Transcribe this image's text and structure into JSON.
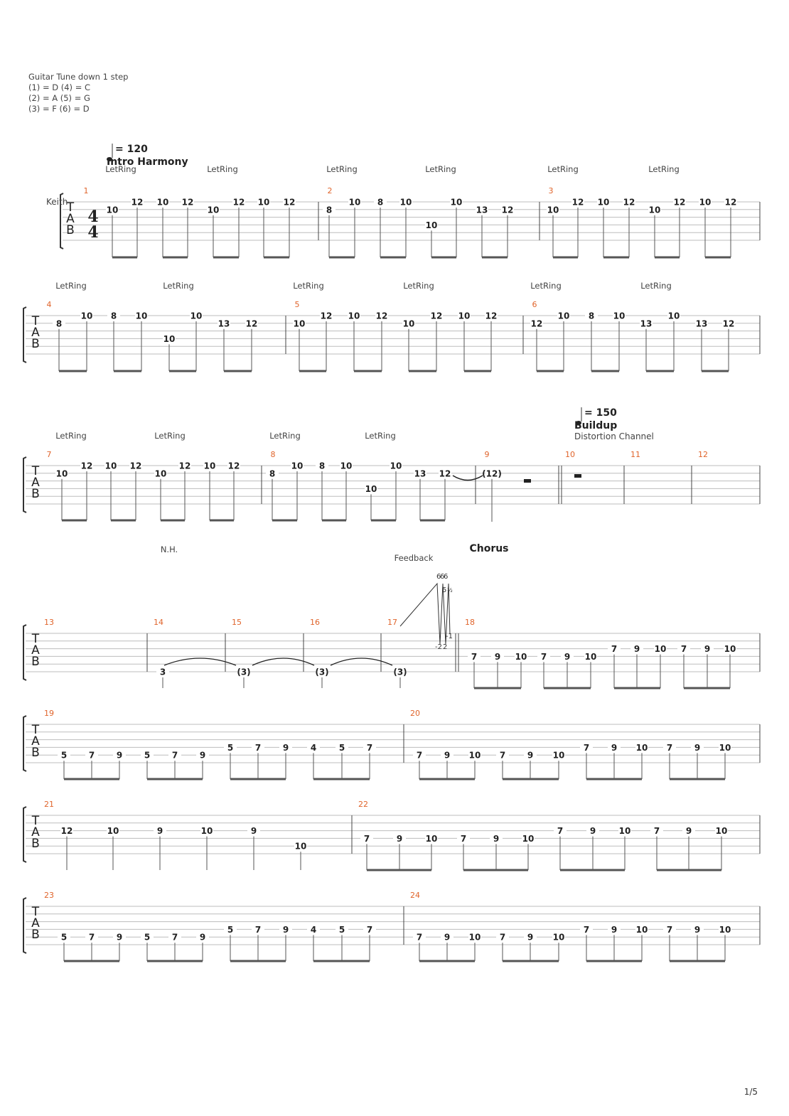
{
  "tuning": {
    "title": "Guitar Tune down 1 step",
    "lines": [
      "(1) = D (4) = C",
      "(2) = A (5) = G",
      "(3) = F (6) = D"
    ]
  },
  "track_name": "Keith",
  "time_signature": "4/4",
  "tempo_marks": [
    {
      "label": "= 120",
      "section": "Intro Harmony"
    },
    {
      "label": "= 150",
      "section": "Buildup",
      "note": "Distortion Channel"
    }
  ],
  "annotations": {
    "let_ring": "LetRing",
    "nh": "N.H.",
    "feedback": "Feedback",
    "chorus": "Chorus",
    "bend_labels": [
      "6",
      "6",
      "6",
      "5",
      "½",
      "-1",
      "-2",
      "2"
    ]
  },
  "page_number": "1/5",
  "colors": {
    "measure_number": "#e0642b",
    "staff_line": "#bdbdbd",
    "note": "#222222"
  },
  "systems": [
    {
      "measures": [
        {
          "number": "1",
          "let_ring": 2,
          "notes": [
            {
              "s": 2,
              "f": "10"
            },
            {
              "s": 1,
              "f": "12"
            },
            {
              "s": 1,
              "f": "10"
            },
            {
              "s": 1,
              "f": "12"
            },
            {
              "s": 2,
              "f": "10"
            },
            {
              "s": 1,
              "f": "12"
            },
            {
              "s": 1,
              "f": "10"
            },
            {
              "s": 1,
              "f": "12"
            }
          ]
        },
        {
          "number": "2",
          "let_ring": 2,
          "notes": [
            {
              "s": 2,
              "f": "8"
            },
            {
              "s": 1,
              "f": "10"
            },
            {
              "s": 1,
              "f": "8"
            },
            {
              "s": 1,
              "f": "10"
            },
            {
              "s": 4,
              "f": "10"
            },
            {
              "s": 1,
              "f": "10"
            },
            {
              "s": 2,
              "f": "13"
            },
            {
              "s": 2,
              "f": "12"
            }
          ]
        },
        {
          "number": "3",
          "let_ring": 2,
          "notes": [
            {
              "s": 2,
              "f": "10"
            },
            {
              "s": 1,
              "f": "12"
            },
            {
              "s": 1,
              "f": "10"
            },
            {
              "s": 1,
              "f": "12"
            },
            {
              "s": 2,
              "f": "10"
            },
            {
              "s": 1,
              "f": "12"
            },
            {
              "s": 1,
              "f": "10"
            },
            {
              "s": 1,
              "f": "12"
            }
          ]
        }
      ]
    },
    {
      "measures": [
        {
          "number": "4",
          "let_ring": 2,
          "notes": [
            {
              "s": 2,
              "f": "8"
            },
            {
              "s": 1,
              "f": "10"
            },
            {
              "s": 1,
              "f": "8"
            },
            {
              "s": 1,
              "f": "10"
            },
            {
              "s": 4,
              "f": "10"
            },
            {
              "s": 1,
              "f": "10"
            },
            {
              "s": 2,
              "f": "13"
            },
            {
              "s": 2,
              "f": "12"
            }
          ]
        },
        {
          "number": "5",
          "let_ring": 2,
          "notes": [
            {
              "s": 2,
              "f": "10"
            },
            {
              "s": 1,
              "f": "12"
            },
            {
              "s": 1,
              "f": "10"
            },
            {
              "s": 1,
              "f": "12"
            },
            {
              "s": 2,
              "f": "10"
            },
            {
              "s": 1,
              "f": "12"
            },
            {
              "s": 1,
              "f": "10"
            },
            {
              "s": 1,
              "f": "12"
            }
          ]
        },
        {
          "number": "6",
          "let_ring": 2,
          "notes": [
            {
              "s": 2,
              "f": "12"
            },
            {
              "s": 1,
              "f": "10"
            },
            {
              "s": 1,
              "f": "8"
            },
            {
              "s": 1,
              "f": "10"
            },
            {
              "s": 2,
              "f": "13"
            },
            {
              "s": 1,
              "f": "10"
            },
            {
              "s": 2,
              "f": "13"
            },
            {
              "s": 2,
              "f": "12"
            }
          ]
        }
      ]
    },
    {
      "measures": [
        {
          "number": "7",
          "let_ring": 2,
          "notes": [
            {
              "s": 2,
              "f": "10"
            },
            {
              "s": 1,
              "f": "12"
            },
            {
              "s": 1,
              "f": "10"
            },
            {
              "s": 1,
              "f": "12"
            },
            {
              "s": 2,
              "f": "10"
            },
            {
              "s": 1,
              "f": "12"
            },
            {
              "s": 1,
              "f": "10"
            },
            {
              "s": 1,
              "f": "12"
            }
          ]
        },
        {
          "number": "8",
          "let_ring": 2,
          "notes": [
            {
              "s": 2,
              "f": "8"
            },
            {
              "s": 1,
              "f": "10"
            },
            {
              "s": 1,
              "f": "8"
            },
            {
              "s": 1,
              "f": "10"
            },
            {
              "s": 4,
              "f": "10"
            },
            {
              "s": 1,
              "f": "10"
            },
            {
              "s": 2,
              "f": "13"
            },
            {
              "s": 2,
              "f": "12"
            }
          ]
        },
        {
          "number": "9",
          "notes": [
            {
              "s": 2,
              "f": "(12)"
            }
          ]
        },
        {
          "number": "10"
        },
        {
          "number": "11"
        },
        {
          "number": "12"
        }
      ]
    },
    {
      "measures": [
        {
          "number": "13"
        },
        {
          "number": "14",
          "notes": [
            {
              "s": 6,
              "f": "3"
            }
          ]
        },
        {
          "number": "15",
          "notes": [
            {
              "s": 6,
              "f": "(3)"
            }
          ]
        },
        {
          "number": "16",
          "notes": [
            {
              "s": 6,
              "f": "(3)"
            }
          ]
        },
        {
          "number": "17",
          "notes": [
            {
              "s": 6,
              "f": "(3)"
            }
          ]
        },
        {
          "number": "18",
          "notes": [
            {
              "s": 4,
              "f": "7"
            },
            {
              "s": 4,
              "f": "9"
            },
            {
              "s": 4,
              "f": "10"
            },
            {
              "s": 4,
              "f": "7"
            },
            {
              "s": 4,
              "f": "9"
            },
            {
              "s": 4,
              "f": "10"
            },
            {
              "s": 3,
              "f": "7"
            },
            {
              "s": 3,
              "f": "9"
            },
            {
              "s": 3,
              "f": "10"
            },
            {
              "s": 3,
              "f": "7"
            },
            {
              "s": 3,
              "f": "9"
            },
            {
              "s": 3,
              "f": "10"
            }
          ]
        }
      ]
    },
    {
      "measures": [
        {
          "number": "19",
          "notes": [
            {
              "s": 5,
              "f": "5"
            },
            {
              "s": 5,
              "f": "7"
            },
            {
              "s": 5,
              "f": "9"
            },
            {
              "s": 5,
              "f": "5"
            },
            {
              "s": 5,
              "f": "7"
            },
            {
              "s": 5,
              "f": "9"
            },
            {
              "s": 4,
              "f": "5"
            },
            {
              "s": 4,
              "f": "7"
            },
            {
              "s": 4,
              "f": "9"
            },
            {
              "s": 4,
              "f": "4"
            },
            {
              "s": 4,
              "f": "5"
            },
            {
              "s": 4,
              "f": "7"
            }
          ]
        },
        {
          "number": "20",
          "notes": [
            {
              "s": 5,
              "f": "7"
            },
            {
              "s": 5,
              "f": "9"
            },
            {
              "s": 5,
              "f": "10"
            },
            {
              "s": 5,
              "f": "7"
            },
            {
              "s": 5,
              "f": "9"
            },
            {
              "s": 5,
              "f": "10"
            },
            {
              "s": 4,
              "f": "7"
            },
            {
              "s": 4,
              "f": "9"
            },
            {
              "s": 4,
              "f": "10"
            },
            {
              "s": 4,
              "f": "7"
            },
            {
              "s": 4,
              "f": "9"
            },
            {
              "s": 4,
              "f": "10"
            }
          ]
        }
      ]
    },
    {
      "measures": [
        {
          "number": "21",
          "notes": [
            {
              "s": 3,
              "f": "12"
            },
            {
              "s": 3,
              "f": "10"
            },
            {
              "s": 3,
              "f": "9"
            },
            {
              "s": 3,
              "f": "10"
            },
            {
              "s": 3,
              "f": "9"
            },
            {
              "s": 5,
              "f": "10"
            }
          ]
        },
        {
          "number": "22",
          "notes": [
            {
              "s": 4,
              "f": "7"
            },
            {
              "s": 4,
              "f": "9"
            },
            {
              "s": 4,
              "f": "10"
            },
            {
              "s": 4,
              "f": "7"
            },
            {
              "s": 4,
              "f": "9"
            },
            {
              "s": 4,
              "f": "10"
            },
            {
              "s": 3,
              "f": "7"
            },
            {
              "s": 3,
              "f": "9"
            },
            {
              "s": 3,
              "f": "10"
            },
            {
              "s": 3,
              "f": "7"
            },
            {
              "s": 3,
              "f": "9"
            },
            {
              "s": 3,
              "f": "10"
            }
          ]
        }
      ]
    },
    {
      "measures": [
        {
          "number": "23",
          "notes": [
            {
              "s": 5,
              "f": "5"
            },
            {
              "s": 5,
              "f": "7"
            },
            {
              "s": 5,
              "f": "9"
            },
            {
              "s": 5,
              "f": "5"
            },
            {
              "s": 5,
              "f": "7"
            },
            {
              "s": 5,
              "f": "9"
            },
            {
              "s": 4,
              "f": "5"
            },
            {
              "s": 4,
              "f": "7"
            },
            {
              "s": 4,
              "f": "9"
            },
            {
              "s": 4,
              "f": "4"
            },
            {
              "s": 4,
              "f": "5"
            },
            {
              "s": 4,
              "f": "7"
            }
          ]
        },
        {
          "number": "24",
          "notes": [
            {
              "s": 5,
              "f": "7"
            },
            {
              "s": 5,
              "f": "9"
            },
            {
              "s": 5,
              "f": "10"
            },
            {
              "s": 5,
              "f": "7"
            },
            {
              "s": 5,
              "f": "9"
            },
            {
              "s": 5,
              "f": "10"
            },
            {
              "s": 4,
              "f": "7"
            },
            {
              "s": 4,
              "f": "9"
            },
            {
              "s": 4,
              "f": "10"
            },
            {
              "s": 4,
              "f": "7"
            },
            {
              "s": 4,
              "f": "9"
            },
            {
              "s": 4,
              "f": "10"
            }
          ]
        }
      ]
    }
  ]
}
